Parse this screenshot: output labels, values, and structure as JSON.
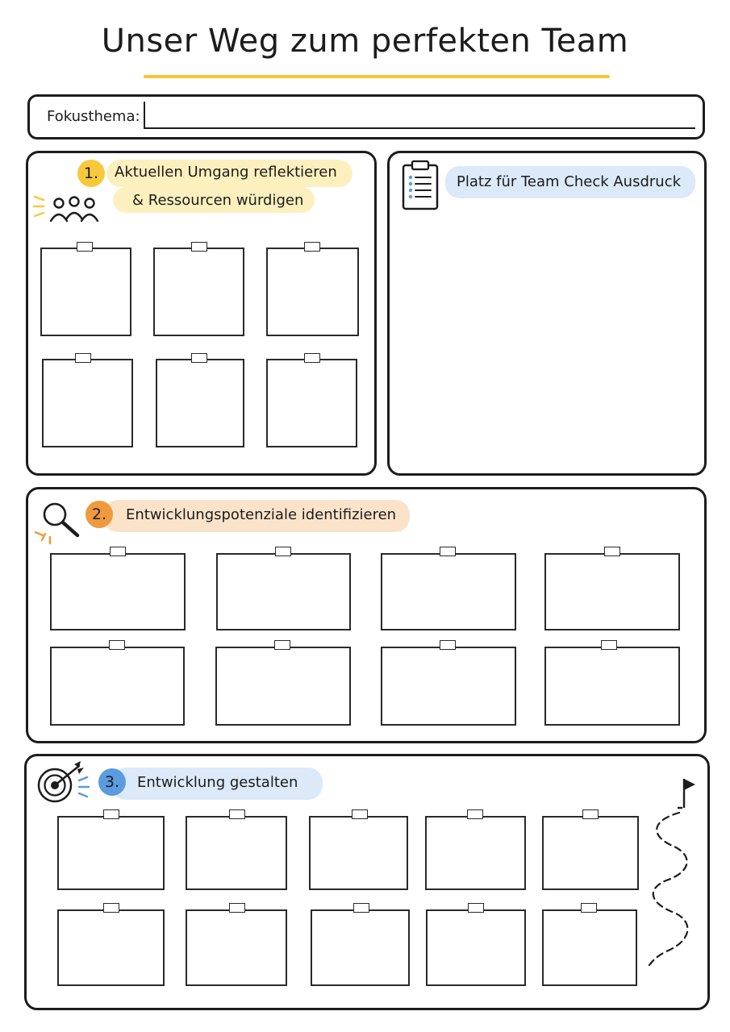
{
  "title": "Unser Weg zum perfekten Team",
  "focus": {
    "label": "Fokusthema:",
    "value": ""
  },
  "colors": {
    "yellow": "#F7C93A",
    "yellow_light": "#FBEBA8",
    "orange": "#F09A3E",
    "orange_light": "#FAD9B8",
    "blue": "#5B9BDF",
    "blue_light": "#CFE2F7",
    "ink": "#1c1c1c"
  },
  "section1": {
    "number": "1.",
    "line1": "Aktuellen Umgang reflektieren",
    "line2": "& Ressourcen würdigen",
    "icon": "team-people-icon",
    "note_count": 6
  },
  "printout": {
    "label": "Platz für Team Check Ausdruck",
    "icon": "clipboard-checklist-icon"
  },
  "section2": {
    "number": "2.",
    "label": "Entwicklungspotenziale identifizieren",
    "icon": "magnifier-icon",
    "note_count": 8
  },
  "section3": {
    "number": "3.",
    "label": "Entwicklung gestalten",
    "icon": "target-arrow-icon",
    "path_icon": "flag-path-icon",
    "note_count": 10
  }
}
